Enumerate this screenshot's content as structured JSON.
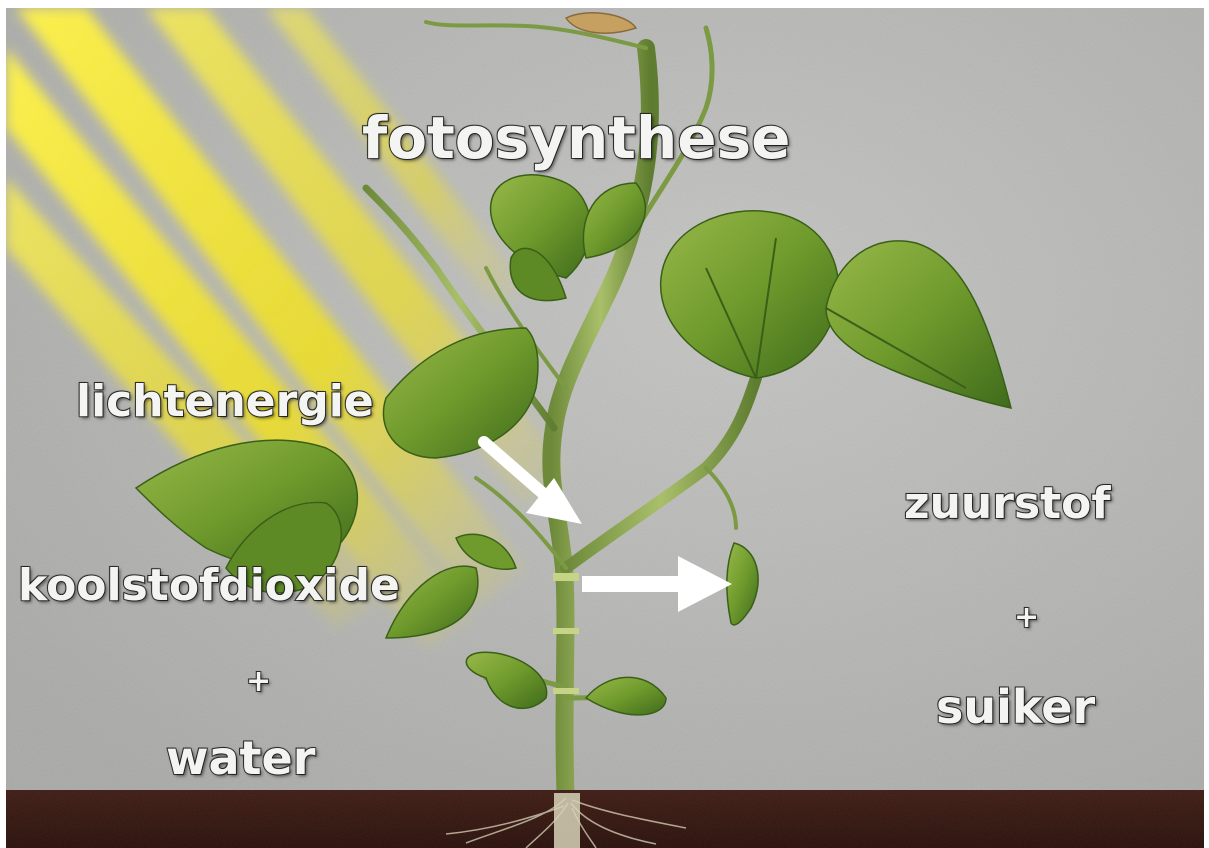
{
  "diagram": {
    "title": "fotosynthese",
    "inputs": {
      "light": "lichtenergie",
      "carbon_dioxide": "koolstofdioxide",
      "plus": "+",
      "water": "water"
    },
    "outputs": {
      "oxygen": "zuurstof",
      "plus": "+",
      "sugar": "suiker"
    },
    "colors": {
      "background": "#b8b9b6",
      "soil": "#3a1812",
      "leaf": "#6f9a2c",
      "sunray": "#f2e21a",
      "label": "#f4f4f2",
      "arrow": "#ffffff"
    },
    "arrows": [
      "light-to-stem-arrow",
      "stem-to-leaf-arrow"
    ]
  }
}
